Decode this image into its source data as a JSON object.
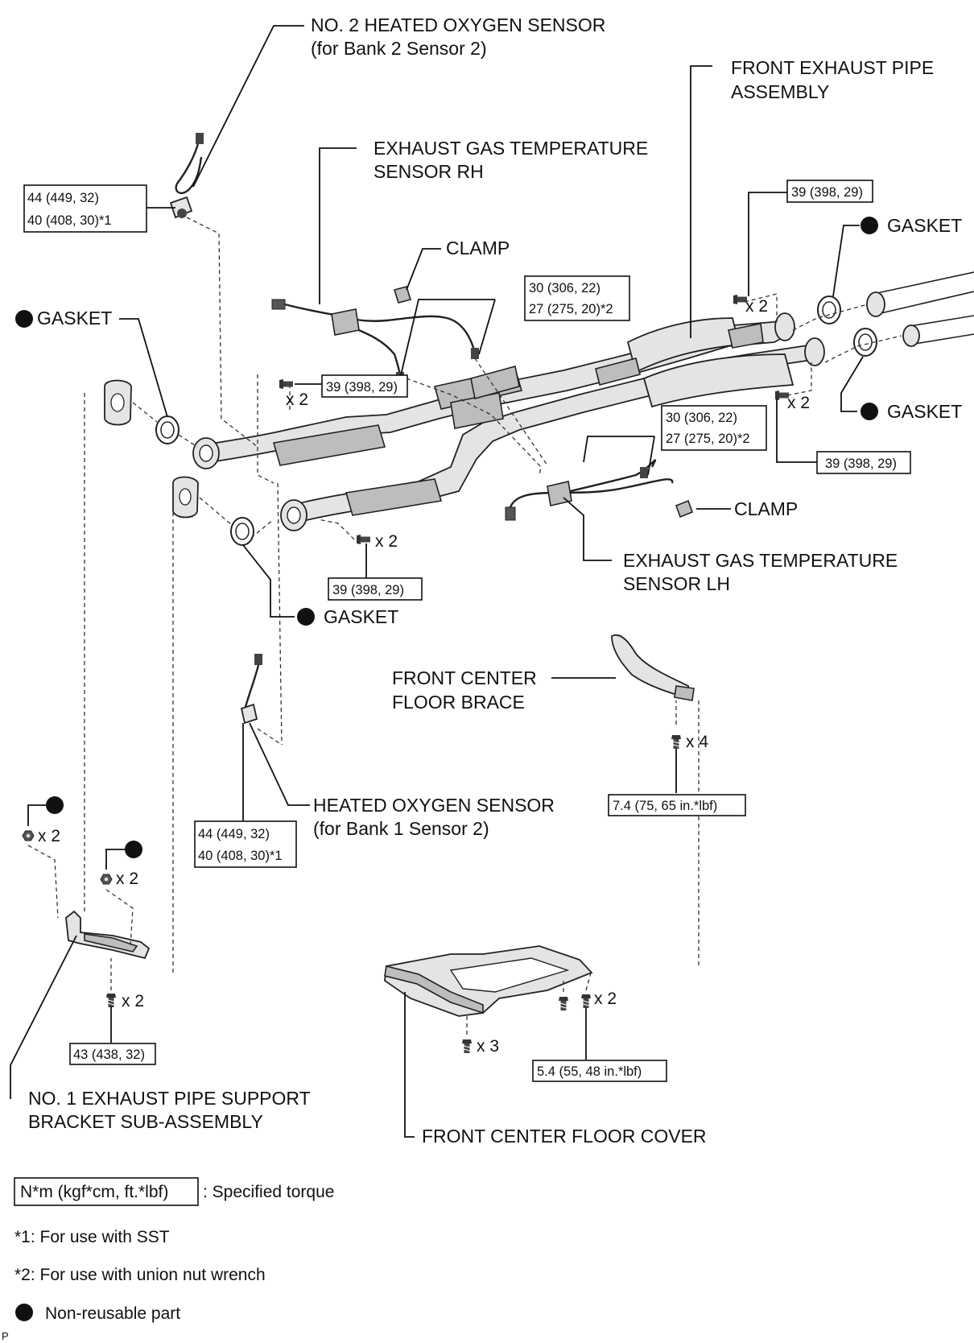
{
  "labels": {
    "no2_hos": [
      "NO. 2 HEATED OXYGEN SENSOR",
      "(for Bank 2 Sensor 2)"
    ],
    "front_exhaust": [
      "FRONT EXHAUST PIPE",
      "ASSEMBLY"
    ],
    "egts_rh": [
      "EXHAUST GAS TEMPERATURE",
      "SENSOR RH"
    ],
    "clamp": "CLAMP",
    "gasket": "GASKET",
    "egts_lh": [
      "EXHAUST GAS TEMPERATURE",
      "SENSOR LH"
    ],
    "brace": [
      "FRONT CENTER",
      "FLOOR BRACE"
    ],
    "hos": [
      "HEATED OXYGEN SENSOR",
      "(for Bank 1 Sensor 2)"
    ],
    "support": [
      "NO. 1 EXHAUST PIPE SUPPORT",
      "BRACKET SUB-ASSEMBLY"
    ],
    "floor_cover": "FRONT CENTER FLOOR COVER",
    "corner": "P"
  },
  "torques": {
    "no2_hos": [
      "44 (449, 32)",
      "40 (408, 30)*1"
    ],
    "egts": [
      "30 (306, 22)",
      "27 (275, 20)*2"
    ],
    "bolt_39": "39 (398, 29)",
    "brace": "7.4 (75, 65 in.*lbf)",
    "hos": [
      "44 (449, 32)",
      "40 (408, 30)*1"
    ],
    "support": "43 (438, 32)",
    "cover": "5.4 (55, 48 in.*lbf)"
  },
  "quantities": {
    "x2": "x 2",
    "x3": "x 3",
    "x4": "x 4"
  },
  "legend": {
    "torque_box": "N*m (kgf*cm, ft.*lbf)",
    "torque_desc": ": Specified torque",
    "note1": "*1: For use with SST",
    "note2": "*2: For use with union nut wrench",
    "nonreusable": "Non-reusable part"
  }
}
